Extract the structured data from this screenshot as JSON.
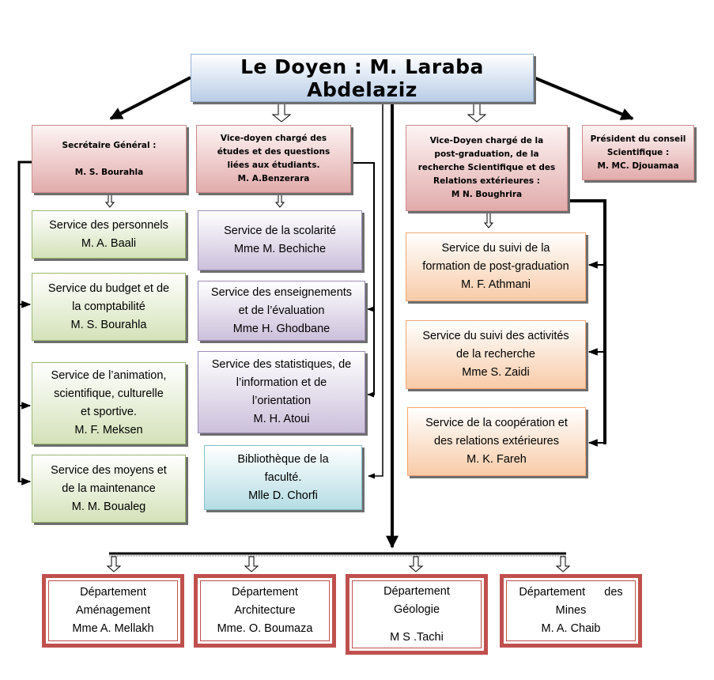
{
  "dean": {
    "label": "Le Doyen : M. Laraba Abdelaziz"
  },
  "level2": [
    {
      "id": "sg",
      "lines": [
        "Secrétaire Général :",
        "",
        "M. S. Bourahla"
      ]
    },
    {
      "id": "vd-etudes",
      "lines": [
        "Vice-doyen chargé des",
        "études et des questions",
        "liées aux étudiants.",
        "M. A.Benzerara"
      ]
    },
    {
      "id": "vd-pg",
      "lines": [
        "Vice-Doyen chargé de la",
        "post-graduation, de la",
        "recherche Scientifique et des",
        "Relations extérieures  :",
        "M N. Boughrira"
      ]
    },
    {
      "id": "pcs",
      "lines": [
        "Président du conseil",
        "Scientifique :",
        "M. MC. Djouamaa"
      ]
    }
  ],
  "sg_services": [
    {
      "lines": [
        "Service des personnels",
        "M. A. Baali"
      ]
    },
    {
      "lines": [
        "Service du budget et de",
        "la comptabilité",
        "M. S. Bourahla"
      ]
    },
    {
      "lines": [
        "Service de l’animation,",
        "scientifique, culturelle",
        "et sportive.",
        "M. F. Meksen"
      ]
    },
    {
      "lines": [
        "Service des moyens et",
        "de la maintenance",
        "M. M. Boualeg"
      ]
    }
  ],
  "etudes_services": [
    {
      "lines": [
        "Service de la scolarité",
        "Mme M. Bechiche"
      ]
    },
    {
      "lines": [
        "Service des enseignements",
        "et de l’évaluation",
        "Mme H. Ghodbane"
      ]
    },
    {
      "lines": [
        "Service des statistiques, de",
        "l’information et de",
        "l’orientation",
        "M. H. Atoui"
      ]
    }
  ],
  "library": {
    "lines": [
      "Bibliothèque de la",
      "faculté.",
      "Mlle D. Chorfi"
    ]
  },
  "pg_services": [
    {
      "lines": [
        "Service du suivi de la",
        "formation de post-graduation",
        "M. F. Athmani"
      ]
    },
    {
      "lines": [
        "Service du suivi des activités",
        "de la  recherche",
        "Mme S. Zaidi"
      ]
    },
    {
      "lines": [
        "Service de la coopération et",
        "des relations extérieures",
        "M. K. Fareh"
      ]
    }
  ],
  "departments": [
    {
      "lines": [
        "Département",
        "Aménagement",
        "Mme A. Mellakh"
      ]
    },
    {
      "lines": [
        "Département",
        "Architecture",
        "Mme.  O. Boumaza"
      ]
    },
    {
      "lines": [
        "Département",
        "Géologie",
        "",
        "M S .Tachi"
      ]
    },
    {
      "lines": [
        "Département      des",
        "Mines",
        "M. A. Chaib"
      ]
    }
  ],
  "colors": {
    "dean_fill": "#b9cde6",
    "direction_fill": "#e2abab",
    "sg_services_fill": "#d4e2b9",
    "etudes_services_fill": "#ccc0db",
    "pg_services_fill": "#f8cba8",
    "library_fill": "#b4dde4",
    "department_border": "#c0504d"
  }
}
